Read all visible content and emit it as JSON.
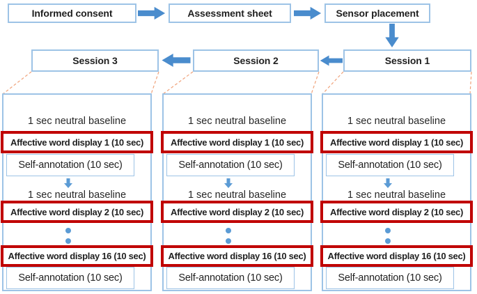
{
  "top_flow": {
    "steps": [
      {
        "label": "Informed consent"
      },
      {
        "label": "Assessment sheet"
      },
      {
        "label": "Sensor placement"
      }
    ]
  },
  "sessions": [
    {
      "label": "Session 3"
    },
    {
      "label": "Session 2"
    },
    {
      "label": "Session 1"
    }
  ],
  "panels": [
    {
      "baseline1": "1 sec neutral baseline",
      "word_display_1": "Affective word display 1 (10 sec)",
      "self_annotation_1": "Self-annotation (10 sec)",
      "baseline2": "1 sec neutral baseline",
      "word_display_2": "Affective word display 2 (10 sec)",
      "word_display_16": "Affective word display 16 (10 sec)",
      "self_annotation_2": "Self-annotation (10 sec)"
    },
    {
      "baseline1": "1 sec neutral baseline",
      "word_display_1": "Affective word display 1 (10 sec)",
      "self_annotation_1": "Self-annotation (10 sec)",
      "baseline2": "1 sec neutral baseline",
      "word_display_2": "Affective word display 2 (10 sec)",
      "word_display_16": "Affective word display 16 (10 sec)",
      "self_annotation_2": "Self-annotation (10 sec)"
    },
    {
      "baseline1": "1 sec neutral baseline",
      "word_display_1": "Affective word display 1 (10 sec)",
      "self_annotation_1": "Self-annotation (10 sec)",
      "baseline2": "1 sec neutral baseline",
      "word_display_2": "Affective word display 2 (10 sec)",
      "word_display_16": "Affective word display 16 (10 sec)",
      "self_annotation_2": "Self-annotation (10 sec)"
    }
  ],
  "icons": {
    "arrow_right": "arrow-right-icon",
    "arrow_left": "arrow-left-icon",
    "arrow_down": "arrow-down-icon",
    "ellipsis": "vertical-ellipsis-dots-icon"
  },
  "colors": {
    "arrow_blue": "#4a8ccd",
    "dot_blue": "#5b9bd5",
    "box_border_blue": "#9dc3e6",
    "red_border": "#c00000",
    "connector_orange": "#f0a27a",
    "text": "#1f1f1f"
  }
}
